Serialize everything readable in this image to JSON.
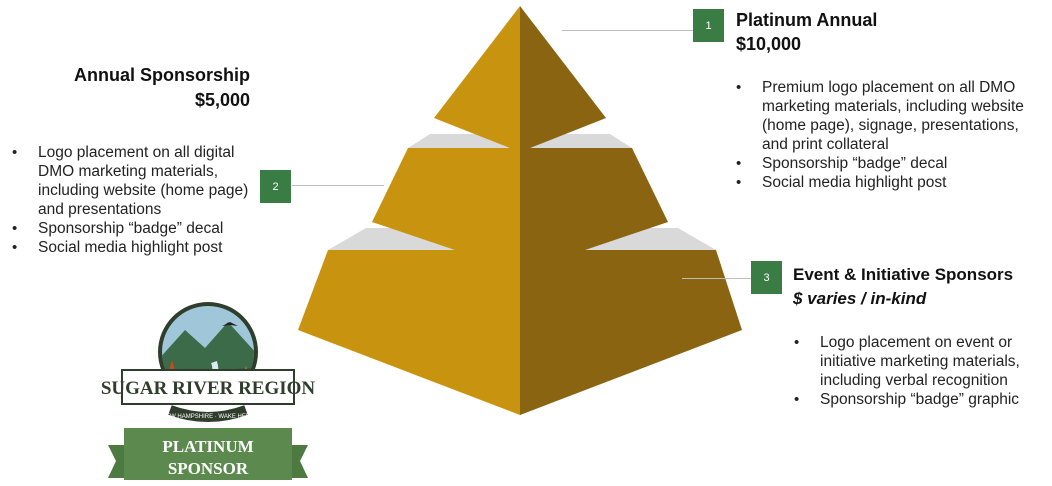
{
  "tiers": [
    {
      "number": "1",
      "title": "Platinum Annual",
      "price": "$10,000",
      "benefits": [
        "Premium logo placement on all DMO marketing materials, including website (home page), signage, presentations, and print collateral",
        "Sponsorship “badge” decal",
        "Social media highlight post"
      ]
    },
    {
      "number": "2",
      "title": "Annual Sponsorship",
      "price": "$5,000",
      "benefits": [
        "Logo placement on all digital DMO marketing materials, including website (home page) and presentations",
        "Sponsorship “badge” decal",
        "Social media highlight post"
      ]
    },
    {
      "number": "3",
      "title": "Event & Initiative Sponsors",
      "price": "$ varies / in-kind",
      "benefits": [
        "Logo placement on event or initiative marketing materials, including verbal recognition",
        "Sponsorship “badge” graphic"
      ]
    }
  ],
  "logo": {
    "name": "SUGAR RIVER REGION",
    "tagline": "NEW HAMPSHIRE · WAKE HERE",
    "ribbon_line1": "PLATINUM",
    "ribbon_line2": "SPONSOR"
  },
  "colors": {
    "pyramid_light": "#c8930f",
    "pyramid_dark": "#8a6410",
    "gap_band": "#d9d9d9",
    "badge_green": "#3a7d44",
    "ribbon_green": "#5c8a4e"
  }
}
